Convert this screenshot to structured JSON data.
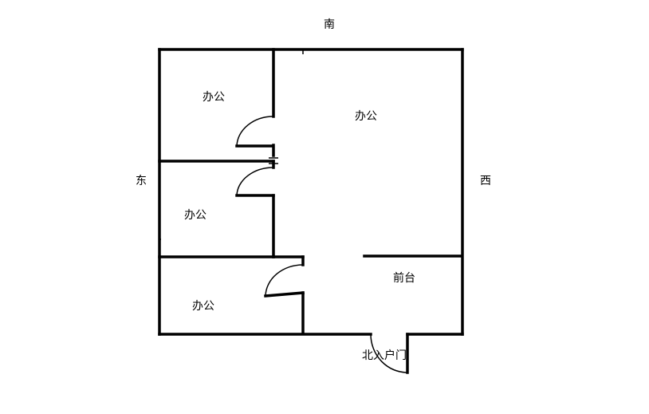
{
  "compass": {
    "south": "南",
    "east": "东",
    "west": "西"
  },
  "rooms": {
    "office_top_left": "办公",
    "office_main": "办公",
    "office_middle_left": "办公",
    "office_bottom_left": "办公",
    "reception": "前台"
  },
  "entrance": {
    "label": "北入户门"
  }
}
